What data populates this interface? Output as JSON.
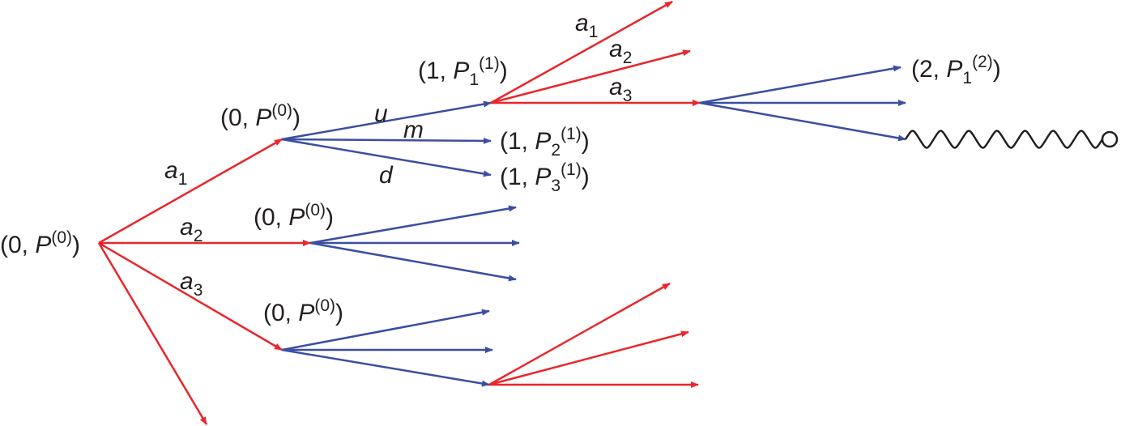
{
  "colors": {
    "action": "#e8262b",
    "outcome": "#3b4ea0",
    "text": "#231f20"
  },
  "state_labels": {
    "root": {
      "open": "(0, ",
      "var": "P",
      "sub": "",
      "sup": "(0)",
      "close": ")"
    },
    "s_a1": {
      "open": "(0, ",
      "var": "P",
      "sub": "",
      "sup": "(0)",
      "close": ")"
    },
    "s_a2": {
      "open": "(0, ",
      "var": "P",
      "sub": "",
      "sup": "(0)",
      "close": ")"
    },
    "s_a3": {
      "open": "(0, ",
      "var": "P",
      "sub": "",
      "sup": "(0)",
      "close": ")"
    },
    "p1": {
      "open": "(1, ",
      "var": "P",
      "sub": "1",
      "sup": "(1)",
      "close": ")"
    },
    "p2": {
      "open": "(1, ",
      "var": "P",
      "sub": "2",
      "sup": "(1)",
      "close": ")"
    },
    "p3": {
      "open": "(1, ",
      "var": "P",
      "sub": "3",
      "sup": "(1)",
      "close": ")"
    },
    "p1_2": {
      "open": "(2, ",
      "var": "P",
      "sub": "1",
      "sup": "(2)",
      "close": ")"
    }
  },
  "edge_labels": {
    "root_a1": {
      "var": "a",
      "sub": "1"
    },
    "root_a2": {
      "var": "a",
      "sub": "2"
    },
    "root_a3": {
      "var": "a",
      "sub": "3"
    },
    "up": {
      "var": "u",
      "sub": ""
    },
    "mid": {
      "var": "m",
      "sub": ""
    },
    "down": {
      "var": "d",
      "sub": ""
    },
    "p1_a1": {
      "var": "a",
      "sub": "1"
    },
    "p1_a2": {
      "var": "a",
      "sub": "2"
    },
    "p1_a3": {
      "var": "a",
      "sub": "3"
    }
  }
}
